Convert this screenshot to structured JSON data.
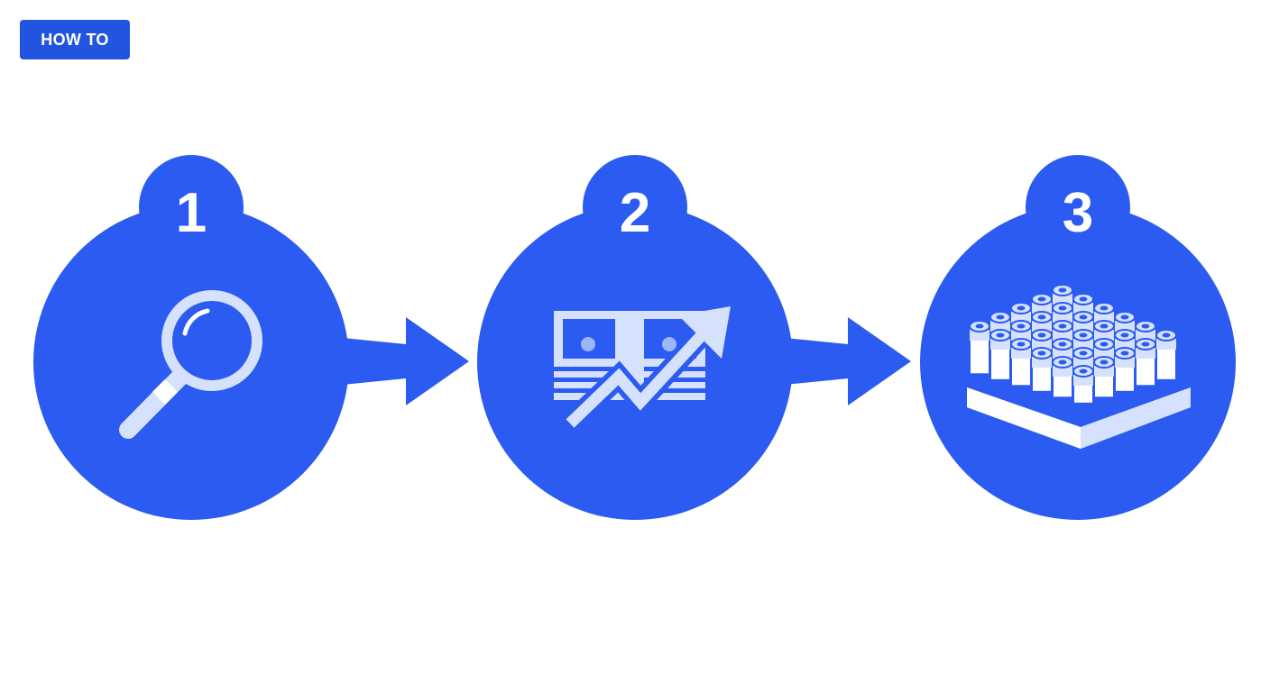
{
  "badge": {
    "label": "HOW TO"
  },
  "colors": {
    "primary": "#2b5bf0",
    "icon_light": "#d6e1fd",
    "icon_white": "#ffffff",
    "icon_mid": "#9db6f8"
  },
  "steps": [
    {
      "number": "1",
      "icon": "magnifying-glass-icon"
    },
    {
      "number": "2",
      "icon": "money-growth-icon"
    },
    {
      "number": "3",
      "icon": "battery-pack-icon"
    }
  ],
  "connectors": [
    {
      "from": "1",
      "to": "2",
      "icon": "arrow-right-icon"
    },
    {
      "from": "2",
      "to": "3",
      "icon": "arrow-right-icon"
    }
  ]
}
